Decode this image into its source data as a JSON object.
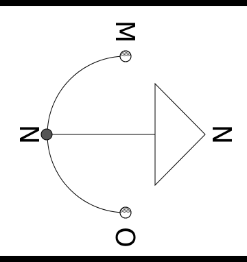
{
  "labels": {
    "top": "M",
    "left": "N",
    "right": "N",
    "bottom": "O"
  },
  "colors": {
    "stroke": "#000000",
    "node_fill": "#555555",
    "hatch": "#555555",
    "background": "#ffffff"
  }
}
